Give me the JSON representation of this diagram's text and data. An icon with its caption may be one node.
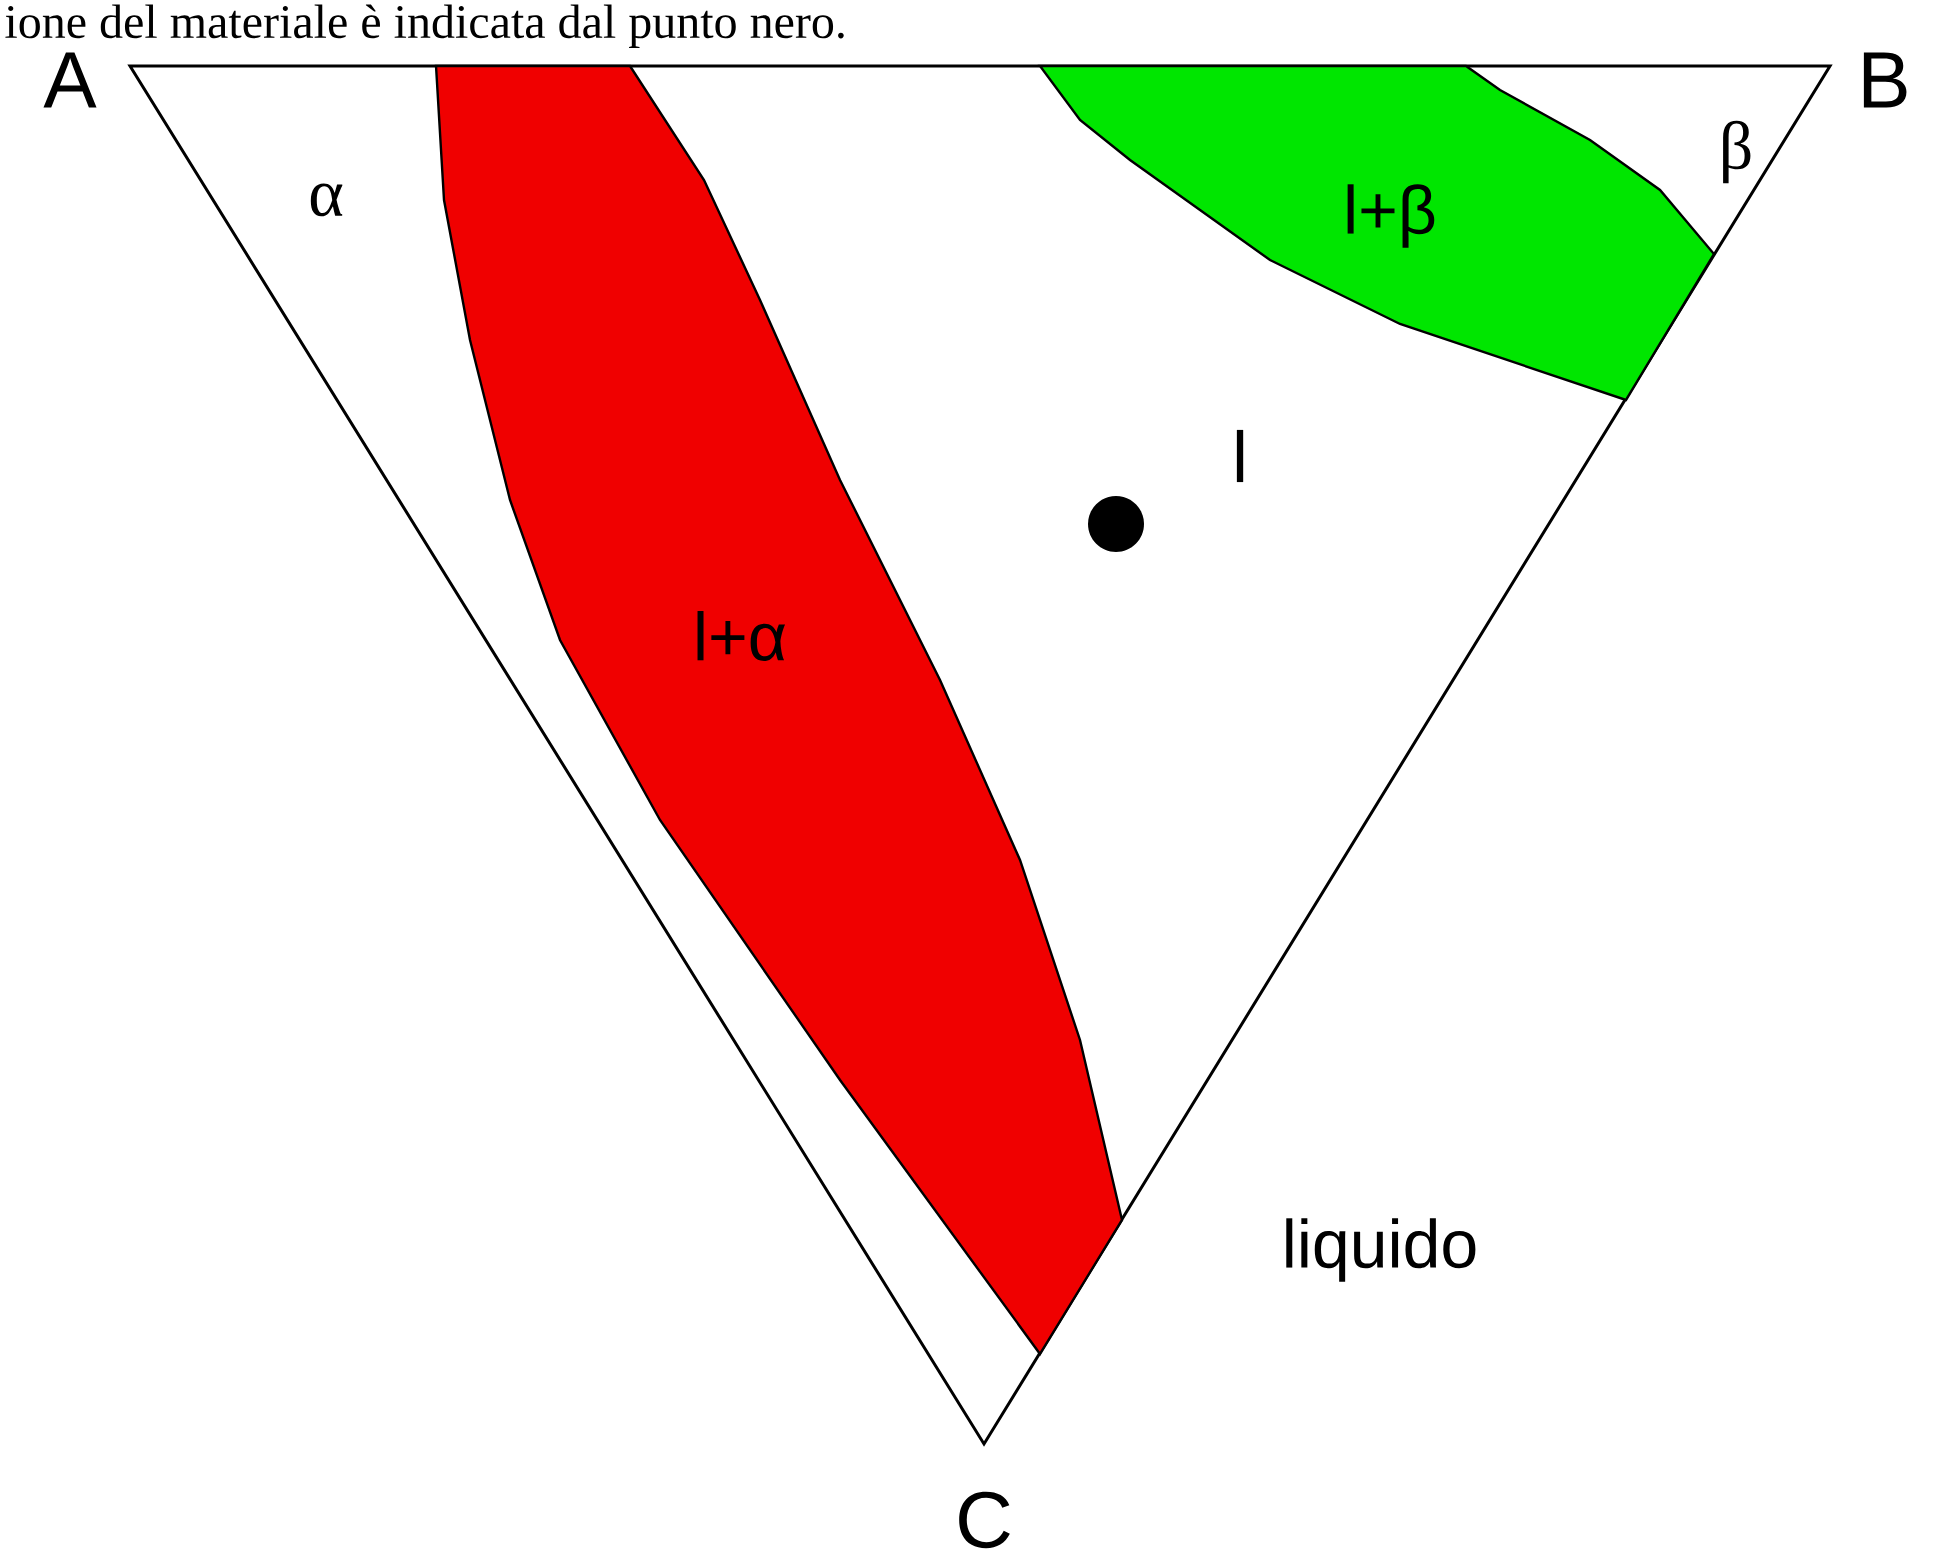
{
  "diagram": {
    "nodes": [
      {
        "text": [
          "l+α"
        ]
      },
      {
        "text": [
          "l+β"
        ]
      }
    ],
    "labels": [
      "ione del materiale è indicata dal punto nero.",
      "A",
      "B",
      "α",
      "β",
      "l",
      "liquido",
      "C"
    ]
  }
}
